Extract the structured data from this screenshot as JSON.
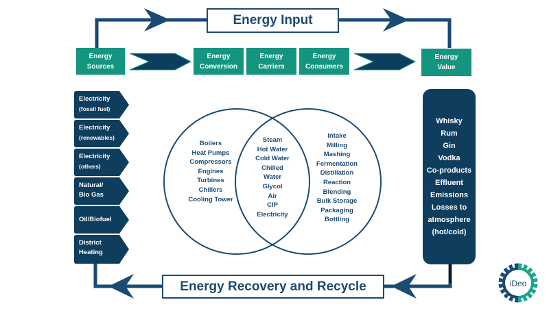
{
  "top_flow": {
    "title": "Energy Input",
    "stages": [
      {
        "line1": "Energy",
        "line2": "Sources"
      },
      {
        "line1": "Energy",
        "line2": "Conversion"
      },
      {
        "line1": "Energy",
        "line2": "Carriers"
      },
      {
        "line1": "Energy",
        "line2": "Consumers"
      },
      {
        "line1": "Energy",
        "line2": "Value"
      }
    ]
  },
  "energy_sources": [
    {
      "line1": "Electricity",
      "line2": "(fossil fuel)"
    },
    {
      "line1": "Electricity",
      "line2": "(renewables)"
    },
    {
      "line1": "Electricity",
      "line2": "(others)"
    },
    {
      "line1": "Natural/",
      "line2": "Bio Gas"
    },
    {
      "line1": "Oil/Biofuel",
      "line2": ""
    },
    {
      "line1": "District",
      "line2": "Heating"
    }
  ],
  "venn": {
    "conversion": [
      "Boilers",
      "Heat Pumps",
      "Compressors",
      "Engines",
      "Turbines",
      "Chillers",
      "Cooling Tower"
    ],
    "carriers": [
      "Steam",
      "Hot Water",
      "Cold Water",
      "Chilled",
      "Water",
      "Glycol",
      "Air",
      "CIP",
      "Electricity"
    ],
    "consumers": [
      "Intake",
      "Milling",
      "Mashing",
      "Fermentation",
      "Distillation",
      "Reaction",
      "Blending",
      "Bulk Storage",
      "Packaging",
      "Bottling"
    ]
  },
  "outputs": [
    "Whisky",
    "Rum",
    "Gin",
    "Vodka",
    "Co-products",
    "Effluent",
    "Emissions",
    "Losses to",
    "atmosphere",
    "(hot/cold)"
  ],
  "bottom_flow": {
    "title": "Energy Recovery and Recycle"
  },
  "logo": {
    "text": "iDeo"
  },
  "colors": {
    "navy": "#1b4a73",
    "dark_navy": "#0e3d5e",
    "teal": "#14957f",
    "logo_green": "#1aa58a"
  }
}
